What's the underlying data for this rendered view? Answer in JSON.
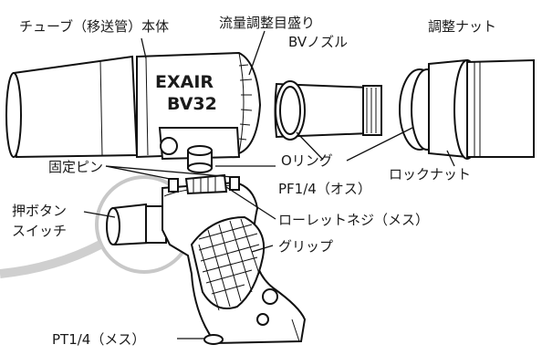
{
  "product_marking": {
    "brand": "EXAIR",
    "model": "BV32"
  },
  "labels": {
    "tube_body": "チューブ（移送管）本体",
    "flow_scale": "流量調整目盛り",
    "bv_nozzle": "BVノズル",
    "adjust_nut": "調整ナット",
    "o_ring": "Oリング",
    "lock_nut": "ロックナット",
    "fixing_pin": "固定ピン",
    "pf_port": "PF1/4（オス）",
    "push_button_line1": "押ボタン",
    "push_button_line2": "スイッチ",
    "knurled_screw": "ローレットネジ（メス）",
    "grip": "グリップ",
    "pt_port": "PT1/4（メス）"
  },
  "colors": {
    "line": "#111111",
    "text": "#1a1a1a",
    "callout_circle": "#c8c8c8"
  }
}
